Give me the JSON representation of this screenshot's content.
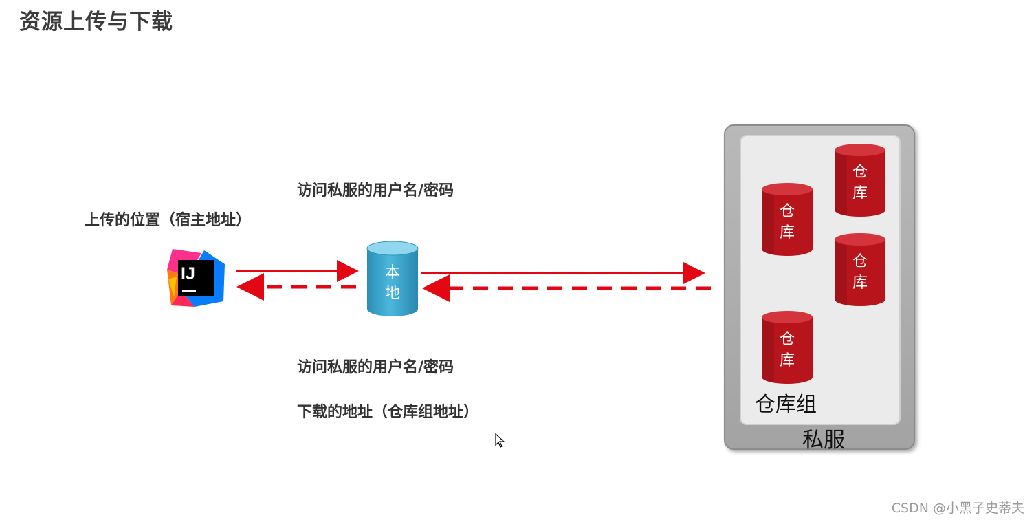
{
  "page": {
    "title": "资源上传与下载"
  },
  "labels": {
    "upload_location": "上传的位置（宿主地址）",
    "credentials_top": "访问私服的用户名/密码",
    "credentials_bottom": "访问私服的用户名/密码",
    "download_address": "下载的地址（仓库组地址）"
  },
  "nodes": {
    "ide": {
      "icon_text": "IJ",
      "icon_name": "intellij-idea-icon"
    },
    "local": {
      "label_line1": "本",
      "label_line2": "地"
    },
    "repositories": [
      {
        "line1": "仓",
        "line2": "库"
      },
      {
        "line1": "仓",
        "line2": "库"
      },
      {
        "line1": "仓",
        "line2": "库"
      },
      {
        "line1": "仓",
        "line2": "库"
      }
    ],
    "repository_group": "仓库组",
    "private_server": "私服"
  },
  "colors": {
    "arrow": "#e30613",
    "local_cylinder": "#3aa6cf",
    "repo_cylinder": "#b8141c",
    "server_frame": "#a8a8a8"
  },
  "watermark": "CSDN @小黑子史蒂夫"
}
